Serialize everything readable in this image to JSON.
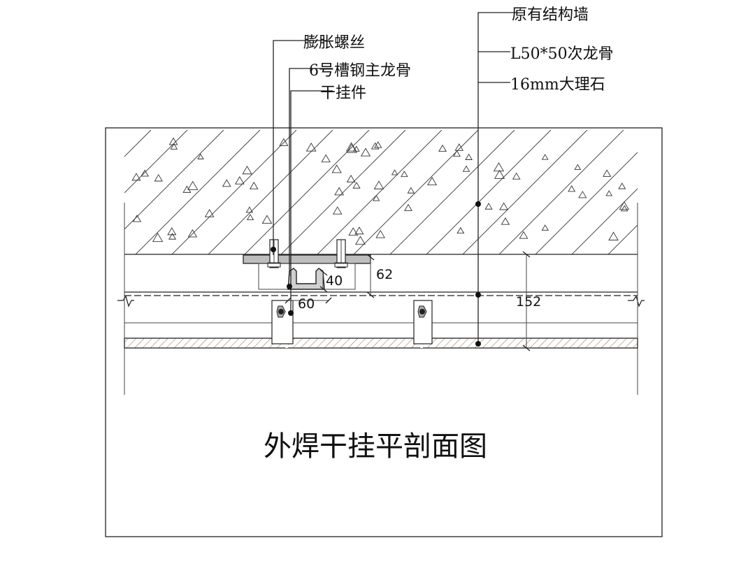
{
  "title": "外焊干挂平剖面图",
  "labels_left": {
    "expansion_bolt": "膨胀螺丝",
    "channel_steel": "6号槽钢主龙骨",
    "dry_hanger": "干挂件"
  },
  "labels_right": {
    "structural_wall": "原有结构墙",
    "angle_keel": "L50*50次龙骨",
    "marble": "16mm大理石"
  },
  "dimensions": {
    "d62": "62",
    "d40": "40",
    "d60": "60",
    "d152": "152"
  },
  "colors": {
    "line": "#222222",
    "hatch": "#333333",
    "marble_hatch": "#8a6a4a",
    "background": "#ffffff"
  }
}
